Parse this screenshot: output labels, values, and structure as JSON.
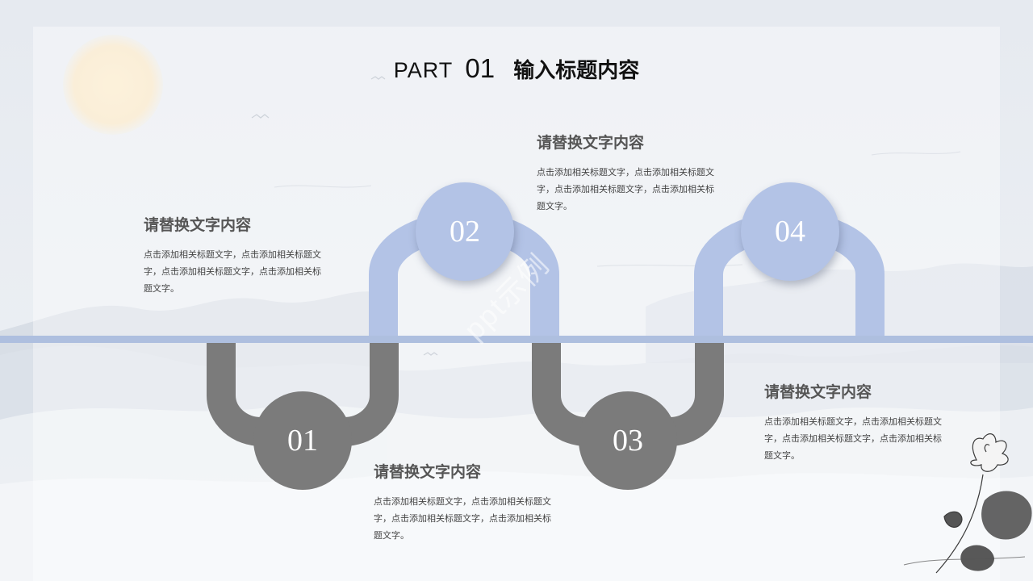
{
  "slide": {
    "title_part": "PART",
    "title_number": "01",
    "title_text": "输入标题内容"
  },
  "steps": [
    {
      "number": "01",
      "heading": "请替换文字内容",
      "body": "点击添加相关标题文字，点击添加相关标题文字，点击添加相关标题文字，点击添加相关标题文字。"
    },
    {
      "number": "02",
      "heading": "请替换文字内容",
      "body": "点击添加相关标题文字，点击添加相关标题文字，点击添加相关标题文字，点击添加相关标题文字。"
    },
    {
      "number": "03",
      "heading": "请替换文字内容",
      "body": "点击添加相关标题文字，点击添加相关标题文字，点击添加相关标题文字，点击添加相关标题文字。"
    },
    {
      "number": "04",
      "heading": "请替换文字内容",
      "body": "点击添加相关标题文字，点击添加相关标题文字，点击添加相关标题文字，点击添加相关标题文字。"
    }
  ],
  "colors": {
    "accent_blue": "#b3c3e6",
    "accent_grey": "#7b7b7b",
    "timeline": "#aebfdf"
  },
  "watermark": "ppt示例"
}
